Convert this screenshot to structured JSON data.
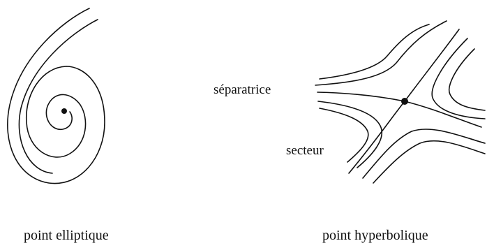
{
  "labels": {
    "separatrice": "séparatrice",
    "secteur": "secteur"
  },
  "captions": {
    "elliptic": "point elliptique",
    "hyperbolic": "point hyperbolique"
  },
  "colors": {
    "ink": "#111111",
    "background": "#ffffff"
  }
}
